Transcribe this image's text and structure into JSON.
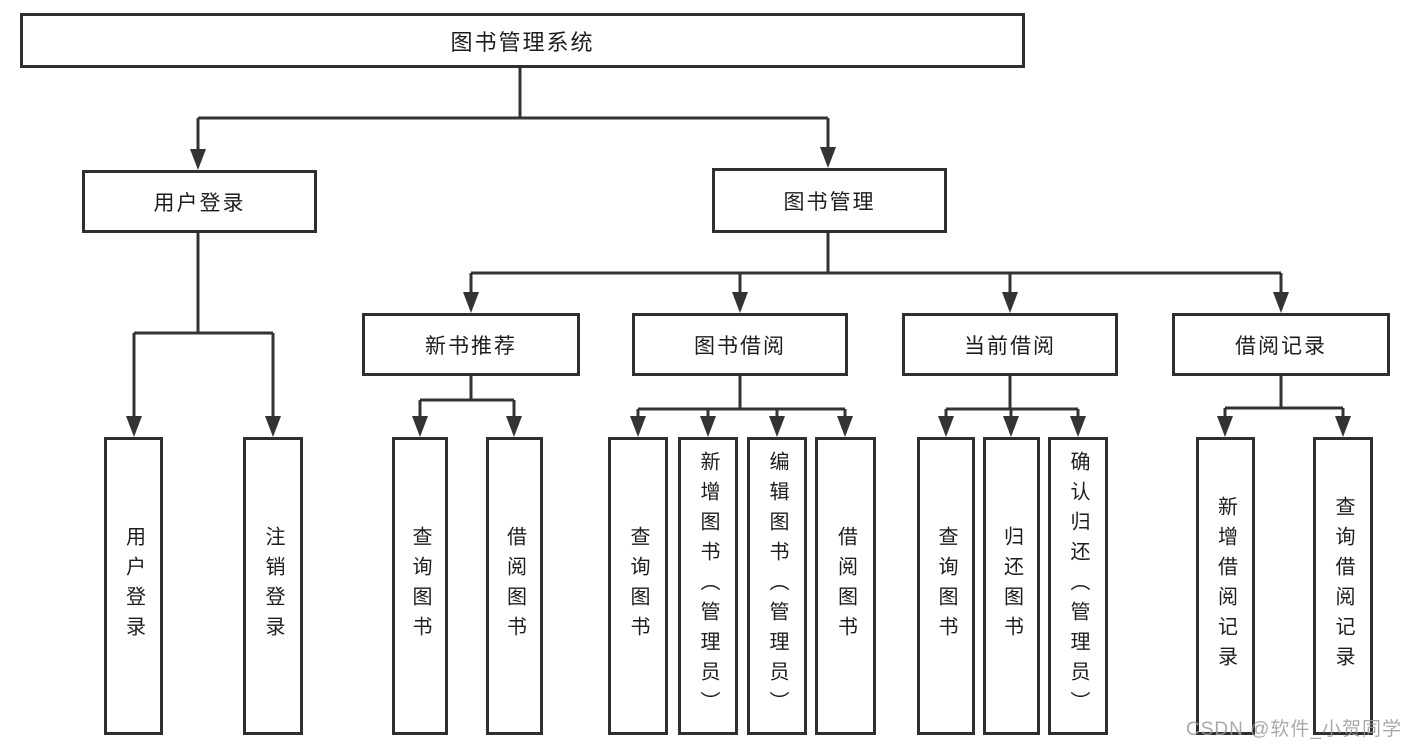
{
  "watermark": "CSDN @软件_小贺同学",
  "colors": {
    "background": "#ffffff",
    "line": "#333333",
    "box_border": "#2f2f2f",
    "text": "#1d1d1d",
    "watermark": "#9b9b9b"
  },
  "tree": {
    "label": "图书管理系统",
    "children": [
      {
        "label": "用户登录",
        "children": [
          {
            "label": "用户登录"
          },
          {
            "label": "注销登录"
          }
        ]
      },
      {
        "label": "图书管理",
        "children": [
          {
            "label": "新书推荐",
            "children": [
              {
                "label": "查询图书"
              },
              {
                "label": "借阅图书"
              }
            ]
          },
          {
            "label": "图书借阅",
            "children": [
              {
                "label": "查询图书"
              },
              {
                "label": "新增图书（管理员）"
              },
              {
                "label": "编辑图书（管理员）"
              },
              {
                "label": "借阅图书"
              }
            ]
          },
          {
            "label": "当前借阅",
            "children": [
              {
                "label": "查询图书"
              },
              {
                "label": "归还图书"
              },
              {
                "label": "确认归还（管理员）"
              }
            ]
          },
          {
            "label": "借阅记录",
            "children": [
              {
                "label": "新增借阅记录"
              },
              {
                "label": "查询借阅记录"
              }
            ]
          }
        ]
      }
    ]
  }
}
